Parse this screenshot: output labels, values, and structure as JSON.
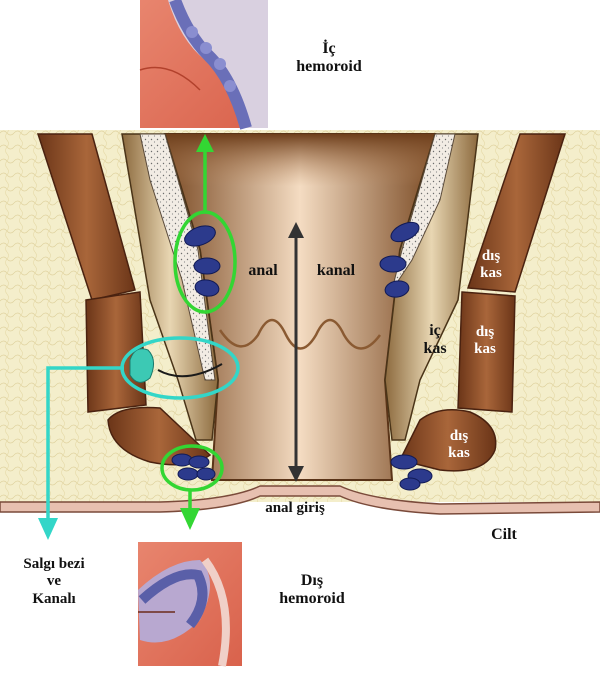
{
  "labels": {
    "internal_hemorrhoid": [
      "İç",
      "hemoroid"
    ],
    "external_hemorrhoid": [
      "Dış",
      "hemoroid"
    ],
    "gland": [
      "Salgı bezi",
      "ve",
      "Kanalı"
    ],
    "anal": "anal",
    "canal": "kanal",
    "internal_muscle": [
      "iç",
      "kas"
    ],
    "external_muscle_1": [
      "dış",
      "kas"
    ],
    "external_muscle_2": [
      "dış",
      "kas"
    ],
    "external_muscle_3": [
      "dış",
      "kas"
    ],
    "anal_entrance": "anal giriş",
    "skin": "Cilt"
  },
  "colors": {
    "background_tissue": "#f4eecb",
    "canal_brown": "#8a5a32",
    "muscle_brown": "#8b4a26",
    "vein_blue": "#2c3a8c",
    "green_marker": "#33d633",
    "cyan_marker": "#33d6c8"
  }
}
